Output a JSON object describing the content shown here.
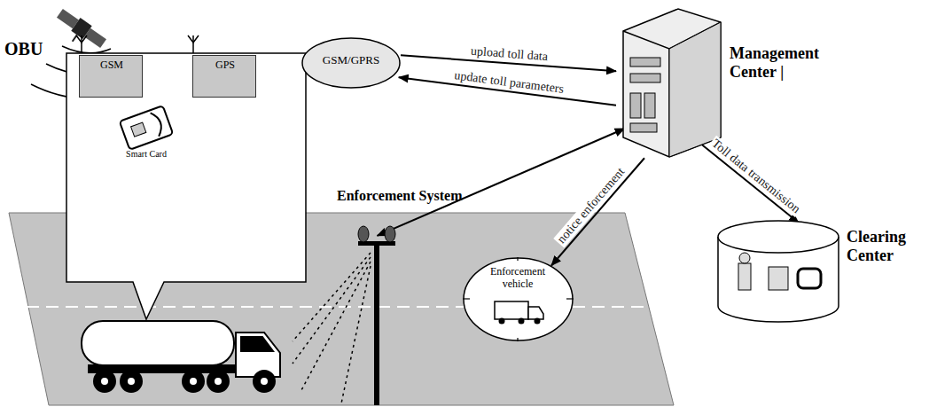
{
  "diagram": {
    "nodes": [
      {
        "text": [
          "OBU"
        ]
      },
      {
        "text": [
          "GSM"
        ],
        "in": 0
      },
      {
        "text": [
          "GPS"
        ],
        "in": 0
      },
      {
        "text": [
          "Smart Card"
        ],
        "in": 0
      },
      {
        "text": [
          "GSM/GPRS"
        ]
      },
      {
        "text": [
          "Management Center |"
        ]
      },
      {
        "text": [
          "Clearing Center"
        ]
      },
      {
        "text": [
          "Enforcement System"
        ]
      },
      {
        "text": [
          "Enforcement vehicle"
        ]
      }
    ],
    "edges": [
      {
        "from": 4,
        "to": 5,
        "label": "upload toll data",
        "arrow": "to"
      },
      {
        "from": 5,
        "to": 4,
        "label": "update toll parameters",
        "arrow": "to"
      },
      {
        "from": 7,
        "to": 5,
        "arrow": "both"
      },
      {
        "from": 5,
        "to": 8,
        "label": "notice enforcement",
        "arrow": "to"
      },
      {
        "from": 5,
        "to": 6,
        "label": "Toll data transmission",
        "arrow": "to"
      }
    ]
  }
}
